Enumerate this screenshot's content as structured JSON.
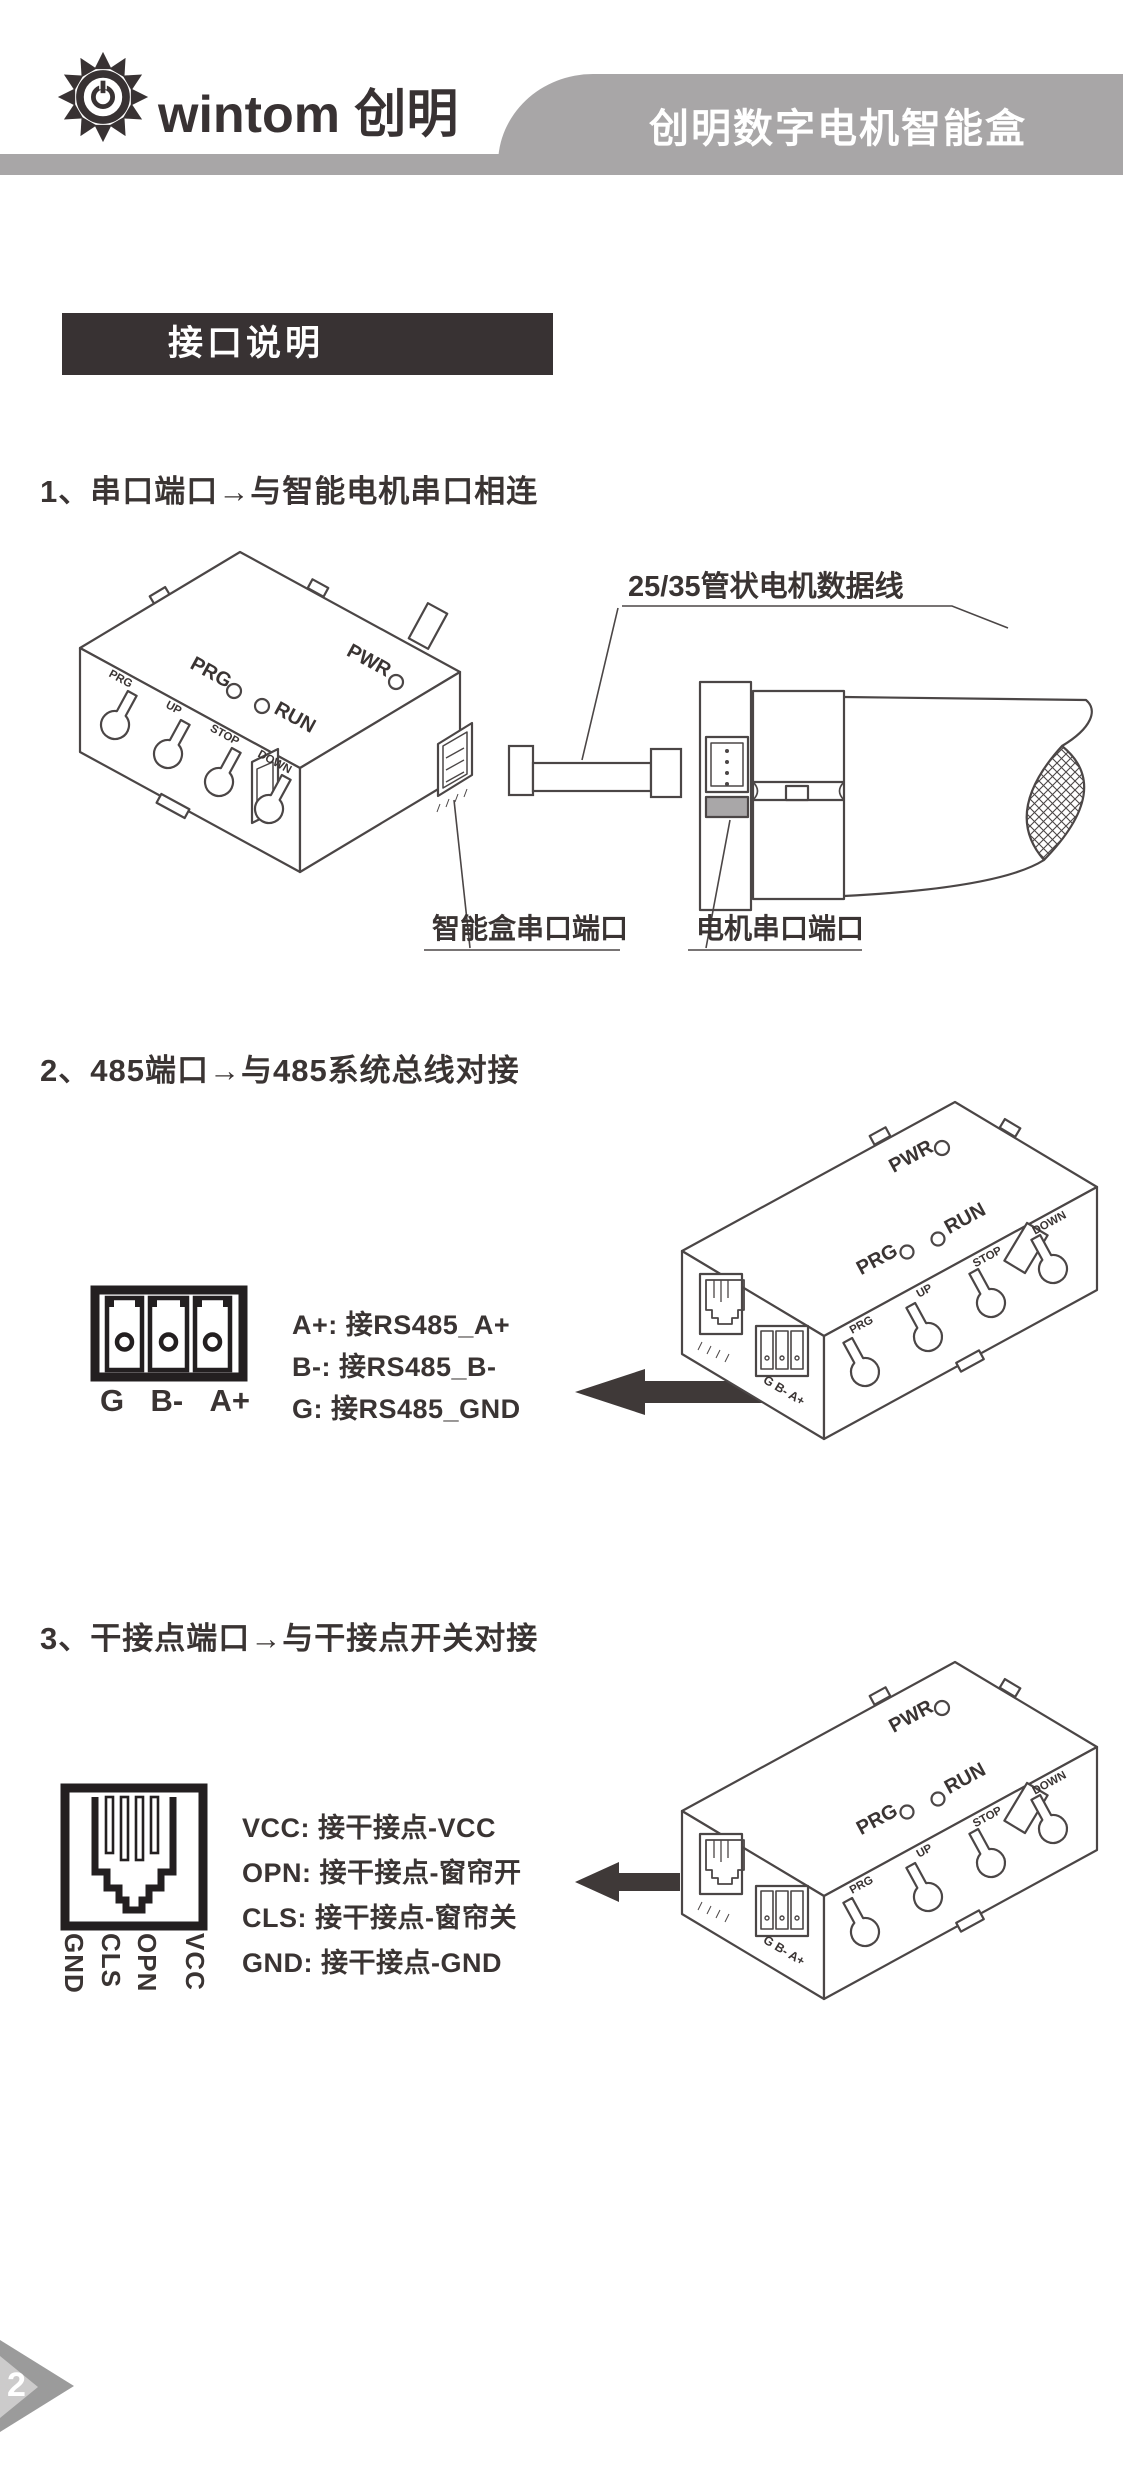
{
  "page": {
    "number": "2"
  },
  "header": {
    "brand": "wintom 创明",
    "banner_title": "创明数字电机智能盒"
  },
  "title_bar": {
    "label": "接口说明"
  },
  "sections": {
    "s1": {
      "heading": "1、串口端口→与智能电机串口相连",
      "figure": {
        "cable_label": "25/35管状电机数据线",
        "box_port_label": "智能盒串口端口",
        "motor_port_label": "电机串口端口"
      }
    },
    "s2": {
      "heading": "2、485端口→与485系统总线对接",
      "terminal_labels": [
        "G",
        "B-",
        "A+"
      ],
      "lines": [
        "A+: 接RS485_A+",
        "B-: 接RS485_B-",
        "G: 接RS485_GND"
      ]
    },
    "s3": {
      "heading": "3、干接点端口→与干接点开关对接",
      "pin_labels": [
        "GND",
        "CLS",
        "OPN",
        "VCC"
      ],
      "lines": [
        "VCC: 接干接点-VCC",
        "OPN: 接干接点-窗帘开",
        "CLS: 接干接点-窗帘关",
        "GND: 接干接点-GND"
      ]
    }
  },
  "device": {
    "pwr": "PWR",
    "run": "RUN",
    "prg": "PRG",
    "up": "UP",
    "stop": "STOP",
    "down": "DOWN",
    "terminal": "G B- A+"
  },
  "colors": {
    "banner_gray": "#a8a6a7",
    "ink": "#3a3433",
    "arrow": "#3f3938"
  }
}
